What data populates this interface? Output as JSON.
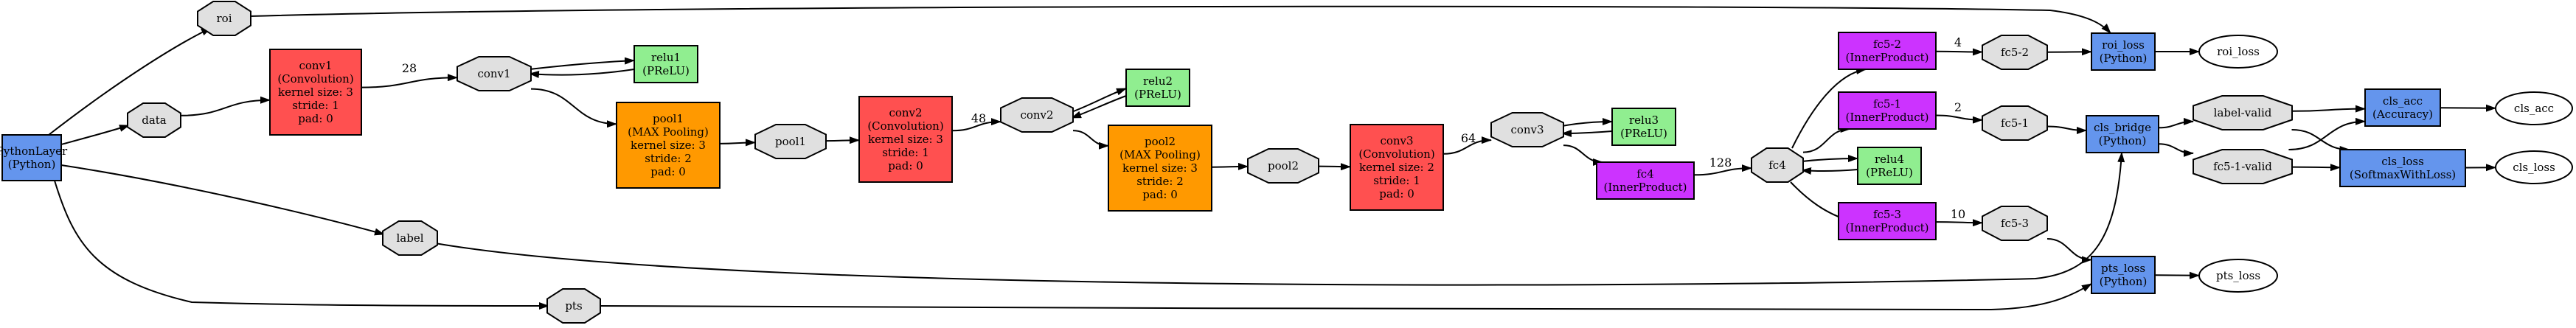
{
  "colors": {
    "python": "#6495ED",
    "blob": "#E0E0E0",
    "convolution": "#FF5050",
    "pooling": "#FF9900",
    "prelu": "#90EE90",
    "innerproduct": "#CC33FF",
    "loss_output": "#FFFFFF"
  },
  "nodes": {
    "python_layer": {
      "kind": "python-layer",
      "lines": [
        "PythonLayer",
        "(Python)"
      ]
    },
    "roi": {
      "kind": "blob",
      "lines": [
        "roi"
      ]
    },
    "data": {
      "kind": "blob",
      "lines": [
        "data"
      ]
    },
    "label": {
      "kind": "blob",
      "lines": [
        "label"
      ]
    },
    "pts": {
      "kind": "blob",
      "lines": [
        "pts"
      ]
    },
    "conv1_layer": {
      "kind": "convolution",
      "lines": [
        "conv1",
        "(Convolution)",
        "kernel size: 3",
        "stride: 1",
        "pad: 0"
      ]
    },
    "conv1": {
      "kind": "blob",
      "lines": [
        "conv1"
      ]
    },
    "relu1": {
      "kind": "prelu",
      "lines": [
        "relu1",
        "(PReLU)"
      ]
    },
    "pool1_layer": {
      "kind": "pooling",
      "lines": [
        "pool1",
        "(MAX Pooling)",
        "kernel size: 3",
        "stride: 2",
        "pad: 0"
      ]
    },
    "pool1": {
      "kind": "blob",
      "lines": [
        "pool1"
      ]
    },
    "conv2_layer": {
      "kind": "convolution",
      "lines": [
        "conv2",
        "(Convolution)",
        "kernel size: 3",
        "stride: 1",
        "pad: 0"
      ]
    },
    "conv2": {
      "kind": "blob",
      "lines": [
        "conv2"
      ]
    },
    "relu2": {
      "kind": "prelu",
      "lines": [
        "relu2",
        "(PReLU)"
      ]
    },
    "pool2_layer": {
      "kind": "pooling",
      "lines": [
        "pool2",
        "(MAX Pooling)",
        "kernel size: 3",
        "stride: 2",
        "pad: 0"
      ]
    },
    "pool2": {
      "kind": "blob",
      "lines": [
        "pool2"
      ]
    },
    "conv3_layer": {
      "kind": "convolution",
      "lines": [
        "conv3",
        "(Convolution)",
        "kernel size: 2",
        "stride: 1",
        "pad: 0"
      ]
    },
    "conv3": {
      "kind": "blob",
      "lines": [
        "conv3"
      ]
    },
    "relu3": {
      "kind": "prelu",
      "lines": [
        "relu3",
        "(PReLU)"
      ]
    },
    "fc4_layer": {
      "kind": "innerproduct",
      "lines": [
        "fc4",
        "(InnerProduct)"
      ]
    },
    "fc4": {
      "kind": "blob",
      "lines": [
        "fc4"
      ]
    },
    "relu4": {
      "kind": "prelu",
      "lines": [
        "relu4",
        "(PReLU)"
      ]
    },
    "fc5_2_layer": {
      "kind": "innerproduct",
      "lines": [
        "fc5-2",
        "(InnerProduct)"
      ]
    },
    "fc5_1_layer": {
      "kind": "innerproduct",
      "lines": [
        "fc5-1",
        "(InnerProduct)"
      ]
    },
    "fc5_3_layer": {
      "kind": "innerproduct",
      "lines": [
        "fc5-3",
        "(InnerProduct)"
      ]
    },
    "fc5_2": {
      "kind": "blob",
      "lines": [
        "fc5-2"
      ]
    },
    "fc5_1": {
      "kind": "blob",
      "lines": [
        "fc5-1"
      ]
    },
    "fc5_3": {
      "kind": "blob",
      "lines": [
        "fc5-3"
      ]
    },
    "roi_loss_layer": {
      "kind": "python-layer",
      "lines": [
        "roi_loss",
        "(Python)"
      ]
    },
    "cls_bridge": {
      "kind": "python-layer",
      "lines": [
        "cls_bridge",
        "(Python)"
      ]
    },
    "pts_loss_layer": {
      "kind": "python-layer",
      "lines": [
        "pts_loss",
        "(Python)"
      ]
    },
    "label_valid": {
      "kind": "blob",
      "lines": [
        "label-valid"
      ]
    },
    "fc5_1_valid": {
      "kind": "blob",
      "lines": [
        "fc5-1-valid"
      ]
    },
    "cls_acc_layer": {
      "kind": "python-layer",
      "lines": [
        "cls_acc",
        "(Accuracy)"
      ]
    },
    "cls_loss_layer": {
      "kind": "python-layer",
      "lines": [
        "cls_loss",
        "(SoftmaxWithLoss)"
      ]
    },
    "roi_loss": {
      "kind": "output",
      "lines": [
        "roi_loss"
      ]
    },
    "cls_acc": {
      "kind": "output",
      "lines": [
        "cls_acc"
      ]
    },
    "cls_loss": {
      "kind": "output",
      "lines": [
        "cls_loss"
      ]
    },
    "pts_loss": {
      "kind": "output",
      "lines": [
        "pts_loss"
      ]
    }
  },
  "edges": [
    {
      "from": "python_layer",
      "to": "roi",
      "label": ""
    },
    {
      "from": "python_layer",
      "to": "data",
      "label": ""
    },
    {
      "from": "python_layer",
      "to": "label",
      "label": ""
    },
    {
      "from": "python_layer",
      "to": "pts",
      "label": ""
    },
    {
      "from": "data",
      "to": "conv1_layer",
      "label": ""
    },
    {
      "from": "conv1_layer",
      "to": "conv1",
      "label": "28"
    },
    {
      "from": "conv1",
      "to": "relu1",
      "label": ""
    },
    {
      "from": "relu1",
      "to": "conv1",
      "label": ""
    },
    {
      "from": "conv1",
      "to": "pool1_layer",
      "label": ""
    },
    {
      "from": "pool1_layer",
      "to": "pool1",
      "label": ""
    },
    {
      "from": "pool1",
      "to": "conv2_layer",
      "label": ""
    },
    {
      "from": "conv2_layer",
      "to": "conv2",
      "label": "48"
    },
    {
      "from": "conv2",
      "to": "relu2",
      "label": ""
    },
    {
      "from": "relu2",
      "to": "conv2",
      "label": ""
    },
    {
      "from": "conv2",
      "to": "pool2_layer",
      "label": ""
    },
    {
      "from": "pool2_layer",
      "to": "pool2",
      "label": ""
    },
    {
      "from": "pool2",
      "to": "conv3_layer",
      "label": ""
    },
    {
      "from": "conv3_layer",
      "to": "conv3",
      "label": "64"
    },
    {
      "from": "conv3",
      "to": "relu3",
      "label": ""
    },
    {
      "from": "relu3",
      "to": "conv3",
      "label": ""
    },
    {
      "from": "conv3",
      "to": "fc4_layer",
      "label": ""
    },
    {
      "from": "fc4_layer",
      "to": "fc4",
      "label": "128"
    },
    {
      "from": "fc4",
      "to": "relu4",
      "label": ""
    },
    {
      "from": "relu4",
      "to": "fc4",
      "label": ""
    },
    {
      "from": "fc4",
      "to": "fc5_2_layer",
      "label": ""
    },
    {
      "from": "fc4",
      "to": "fc5_1_layer",
      "label": ""
    },
    {
      "from": "fc4",
      "to": "fc5_3_layer",
      "label": ""
    },
    {
      "from": "fc5_2_layer",
      "to": "fc5_2",
      "label": "4"
    },
    {
      "from": "fc5_1_layer",
      "to": "fc5_1",
      "label": "2"
    },
    {
      "from": "fc5_3_layer",
      "to": "fc5_3",
      "label": "10"
    },
    {
      "from": "fc5_2",
      "to": "roi_loss_layer",
      "label": ""
    },
    {
      "from": "roi",
      "to": "roi_loss_layer",
      "label": ""
    },
    {
      "from": "fc5_1",
      "to": "cls_bridge",
      "label": ""
    },
    {
      "from": "label",
      "to": "cls_bridge",
      "label": ""
    },
    {
      "from": "fc5_3",
      "to": "pts_loss_layer",
      "label": ""
    },
    {
      "from": "pts",
      "to": "pts_loss_layer",
      "label": ""
    },
    {
      "from": "cls_bridge",
      "to": "label_valid",
      "label": ""
    },
    {
      "from": "cls_bridge",
      "to": "fc5_1_valid",
      "label": ""
    },
    {
      "from": "label_valid",
      "to": "cls_acc_layer",
      "label": ""
    },
    {
      "from": "label_valid",
      "to": "cls_loss_layer",
      "label": ""
    },
    {
      "from": "fc5_1_valid",
      "to": "cls_acc_layer",
      "label": ""
    },
    {
      "from": "fc5_1_valid",
      "to": "cls_loss_layer",
      "label": ""
    },
    {
      "from": "roi_loss_layer",
      "to": "roi_loss",
      "label": ""
    },
    {
      "from": "cls_acc_layer",
      "to": "cls_acc",
      "label": ""
    },
    {
      "from": "cls_loss_layer",
      "to": "cls_loss",
      "label": ""
    },
    {
      "from": "pts_loss_layer",
      "to": "pts_loss",
      "label": ""
    }
  ]
}
